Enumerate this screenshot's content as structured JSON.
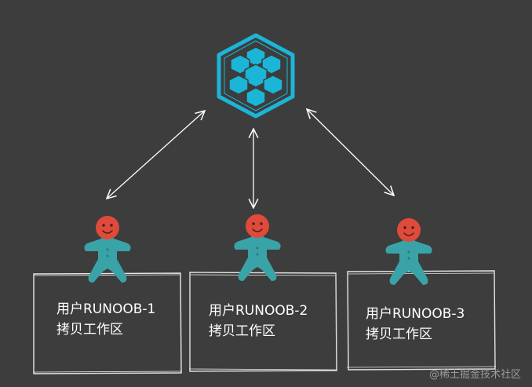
{
  "diagram": {
    "colors": {
      "background": "#3d3d3d",
      "hub": "#1bb5d8",
      "person_body": "#3aa3a8",
      "person_head": "#e04a3a",
      "line": "#ffffff"
    },
    "hub_icon": "cube-cluster-icon",
    "person_icon": "gingerbread-user-icon",
    "workspaces": [
      {
        "user": "用户RUNOOB-1",
        "label": "拷贝工作区"
      },
      {
        "user": "用户RUNOOB-2",
        "label": "拷贝工作区"
      },
      {
        "user": "用户RUNOOB-3",
        "label": "拷贝工作区"
      }
    ]
  },
  "watermark": "@稀土掘金技术社区"
}
